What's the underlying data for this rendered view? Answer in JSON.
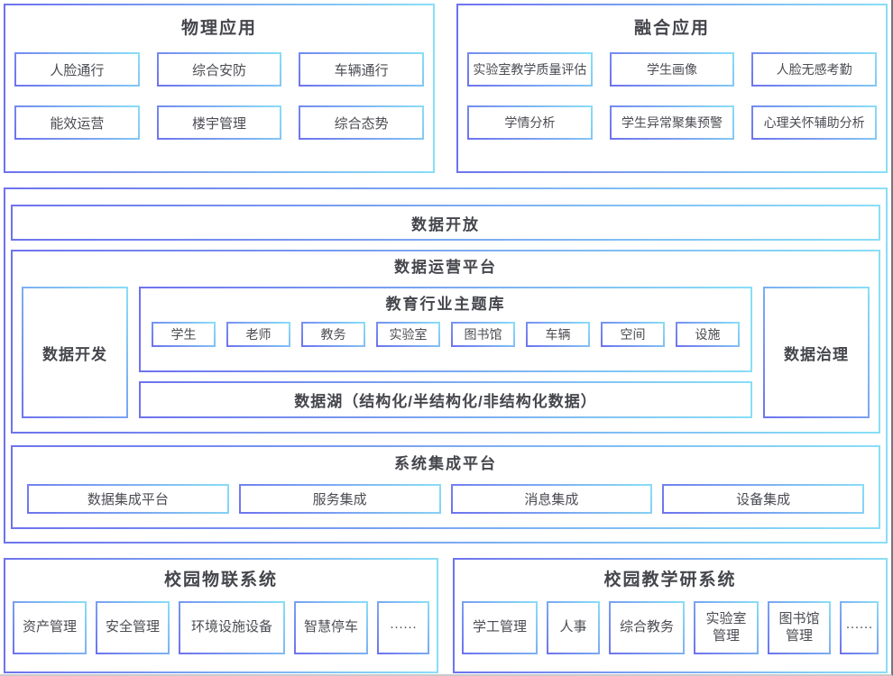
{
  "theme": {
    "purple_accent": "#6e73ee",
    "cyan_accent": "#89def6",
    "text_color": "#4b4c52",
    "title_color": "#45464c",
    "bg_color": "#ffffff"
  },
  "panels": {
    "physical": {
      "title": "物理应用",
      "items": [
        "人脸通行",
        "综合安防",
        "车辆通行",
        "能效运营",
        "楼宇管理",
        "综合态势"
      ]
    },
    "fusion": {
      "title": "融合应用",
      "items": [
        "实验室教学质量评估",
        "学生画像",
        "人脸无感考勤",
        "学情分析",
        "学生异常聚集预警",
        "心理关怀辅助分析"
      ]
    },
    "data_open": {
      "title": "数据开放"
    },
    "data_ops": {
      "title": "数据运营平台",
      "data_dev": "数据开发",
      "data_gov": "数据治理",
      "theme_lib": {
        "title": "教育行业主题库",
        "items": [
          "学生",
          "老师",
          "教务",
          "实验室",
          "图书馆",
          "车辆",
          "空间",
          "设施"
        ]
      },
      "data_lake": "数据湖（结构化/半结构化/非结构化数据）"
    },
    "integration": {
      "title": "系统集成平台",
      "items": [
        "数据集成平台",
        "服务集成",
        "消息集成",
        "设备集成"
      ]
    },
    "iot": {
      "title": "校园物联系统",
      "items": [
        "资产管理",
        "安全管理",
        "环境设施设备",
        "智慧停车",
        "······"
      ]
    },
    "teaching": {
      "title": "校园教学研系统",
      "items": [
        "学工管理",
        "人事",
        "综合教务",
        "实验室\n管理",
        "图书馆\n管理",
        "······"
      ]
    }
  }
}
